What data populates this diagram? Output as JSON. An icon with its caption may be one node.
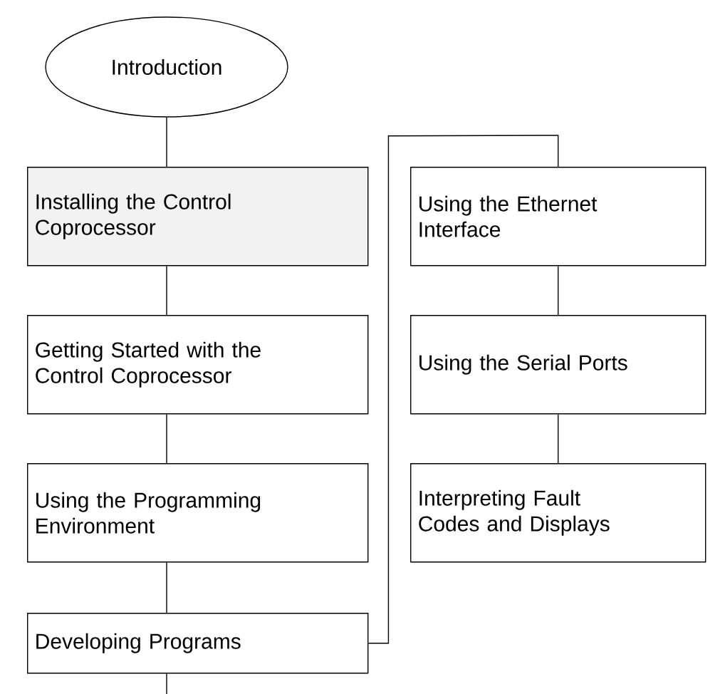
{
  "diagram": {
    "nodes": [
      {
        "text": [
          "Introduction"
        ]
      },
      {
        "text": [
          "Installing the Control Coprocessor"
        ]
      },
      {
        "text": [
          "Getting Started with the Control Coprocessor"
        ]
      },
      {
        "text": [
          "Using the Programming Environment"
        ]
      },
      {
        "text": [
          "Developing Programs"
        ]
      },
      {
        "text": [
          "Using the Ethernet Interface"
        ]
      },
      {
        "text": [
          "Using the Serial Ports"
        ]
      },
      {
        "text": [
          "Interpreting Fault Codes and Displays"
        ]
      }
    ],
    "edges": [
      {
        "from": 0,
        "to": 1,
        "arrow": "none"
      },
      {
        "from": 1,
        "to": 2,
        "arrow": "none"
      },
      {
        "from": 2,
        "to": 3,
        "arrow": "none"
      },
      {
        "from": 3,
        "to": 4,
        "arrow": "none"
      },
      {
        "from": 4,
        "to": 5,
        "arrow": "none"
      },
      {
        "from": 5,
        "to": 6,
        "arrow": "none"
      },
      {
        "from": 6,
        "to": 7,
        "arrow": "none"
      },
      {
        "from": 4,
        "to": null,
        "arrow": "none"
      }
    ]
  }
}
